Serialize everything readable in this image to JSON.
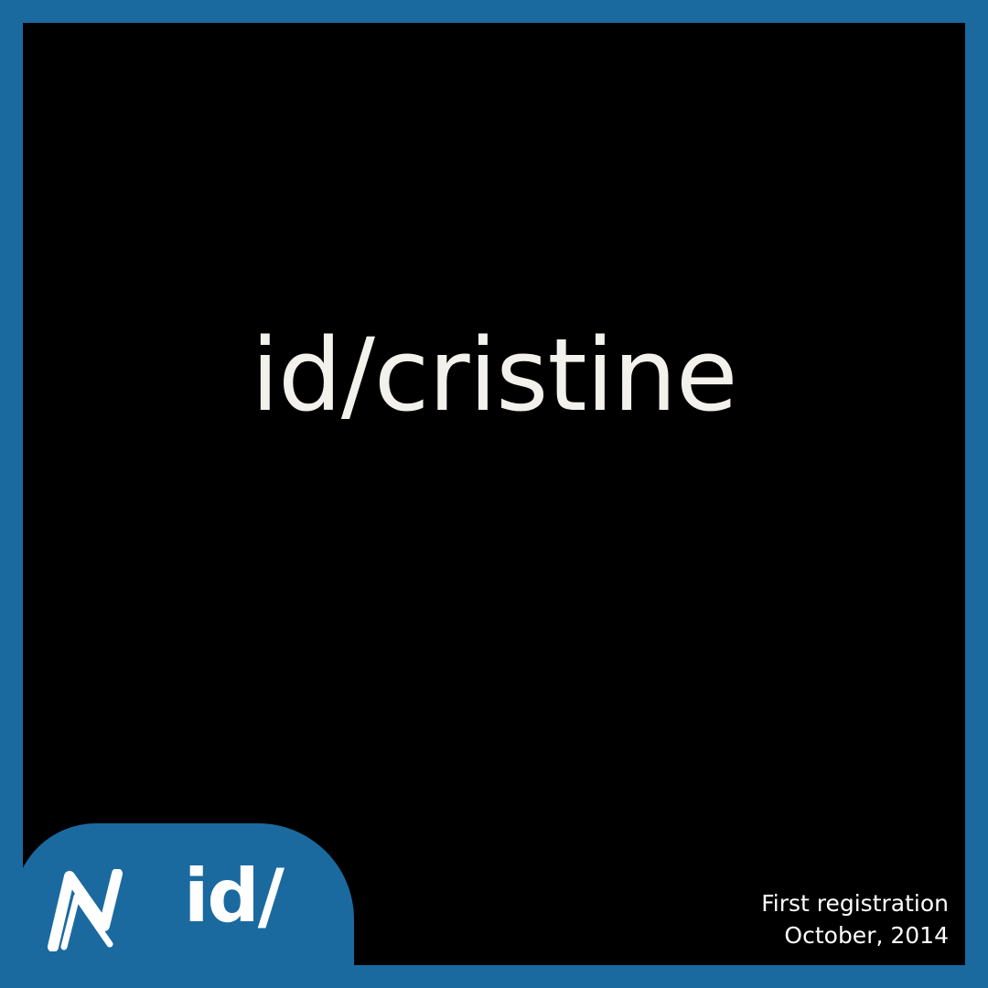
{
  "card": {
    "name": "id/cristine",
    "badge_text": "id/",
    "logo_icon": "namecoin-n-logo-icon",
    "registration_label": "First registration",
    "registration_date": "October, 2014"
  },
  "colors": {
    "frame": "#1a6aa0",
    "panel": "#000000",
    "name_text": "#f3f1ec",
    "badge_text": "#ffffff"
  }
}
